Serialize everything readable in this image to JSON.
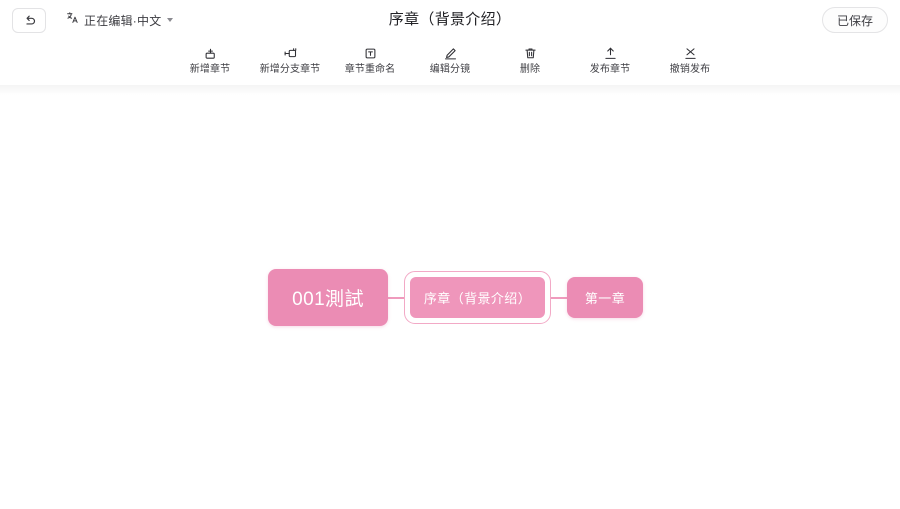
{
  "header": {
    "undo_icon": "undo-arrow-icon",
    "language_icon": "language-translate-icon",
    "edit_status": "正在编辑·中文",
    "title": "序章（背景介绍）",
    "save_state": "已保存"
  },
  "toolbar": {
    "items": [
      {
        "label": "新增章节",
        "icon": "add-chapter-icon"
      },
      {
        "label": "新增分支章节",
        "icon": "add-branch-chapter-icon"
      },
      {
        "label": "章节重命名",
        "icon": "rename-chapter-icon"
      },
      {
        "label": "编辑分镜",
        "icon": "edit-storyboard-icon"
      },
      {
        "label": "删除",
        "icon": "trash-icon"
      },
      {
        "label": "发布章节",
        "icon": "publish-chapter-icon"
      },
      {
        "label": "撤销发布",
        "icon": "unpublish-icon"
      }
    ]
  },
  "canvas": {
    "nodes": [
      {
        "label": "001測試",
        "type": "root",
        "selected": false
      },
      {
        "label": "序章（背景介绍）",
        "type": "chapter",
        "selected": true
      },
      {
        "label": "第一章",
        "type": "chapter",
        "selected": false
      }
    ]
  },
  "colors": {
    "node_fill": "#eb8cb4",
    "node_selected_fill": "#ef96bb",
    "connector": "#ef9bbd",
    "selection_ring": "#f2a9c6",
    "text_primary": "#222226",
    "background": "#ffffff"
  }
}
